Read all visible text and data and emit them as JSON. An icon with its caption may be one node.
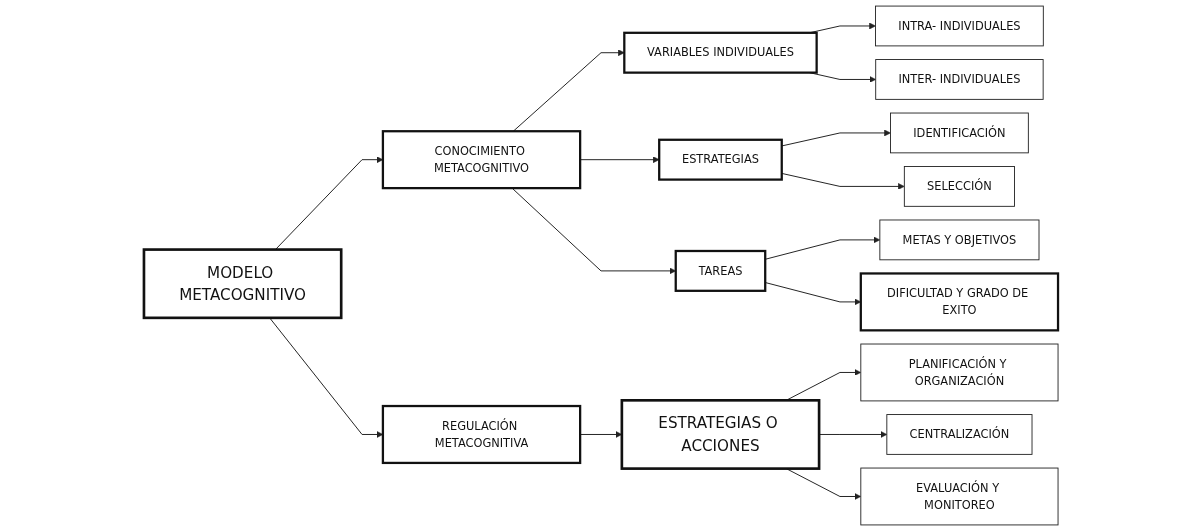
{
  "diagram": {
    "nodes": [
      {
        "text": [
          "MODELO METACOGNITIVO"
        ]
      },
      {
        "text": [
          "CONOCIMIENTO METACOGNITIVO"
        ]
      },
      {
        "text": [
          "VARIABLES INDIVIDUALES"
        ]
      },
      {
        "text": [
          "INTRA- INDIVIDUALES"
        ]
      },
      {
        "text": [
          "INTER- INDIVIDUALES"
        ]
      },
      {
        "text": [
          "ESTRATEGIAS"
        ]
      },
      {
        "text": [
          "IDENTIFICACIÓN"
        ]
      },
      {
        "text": [
          "SELECCIÓN"
        ]
      },
      {
        "text": [
          "TAREAS"
        ]
      },
      {
        "text": [
          "METAS Y OBJETIVOS"
        ]
      },
      {
        "text": [
          "DIFICULTAD Y GRADO DE EXITO"
        ]
      },
      {
        "text": [
          "REGULACIÓN METACOGNITIVA"
        ]
      },
      {
        "text": [
          "ESTRATEGIAS O ACCIONES"
        ]
      },
      {
        "text": [
          "PLANIFICACIÓN Y ORGANIZACIÓN"
        ]
      },
      {
        "text": [
          "CENTRALIZACIÓN"
        ]
      },
      {
        "text": [
          "EVALUACIÓN Y MONITOREO"
        ]
      }
    ],
    "edges": [
      {
        "from": 0,
        "to": 1,
        "arrow": "to"
      },
      {
        "from": 0,
        "to": 11,
        "arrow": "to"
      },
      {
        "from": 1,
        "to": 2,
        "arrow": "to"
      },
      {
        "from": 1,
        "to": 5,
        "arrow": "to"
      },
      {
        "from": 1,
        "to": 8,
        "arrow": "to"
      },
      {
        "from": 2,
        "to": 3,
        "arrow": "to"
      },
      {
        "from": 2,
        "to": 4,
        "arrow": "to"
      },
      {
        "from": 5,
        "to": 6,
        "arrow": "to"
      },
      {
        "from": 5,
        "to": 7,
        "arrow": "to"
      },
      {
        "from": 8,
        "to": 9,
        "arrow": "to"
      },
      {
        "from": 8,
        "to": 10,
        "arrow": "to"
      },
      {
        "from": 11,
        "to": 12,
        "arrow": "to"
      },
      {
        "from": 12,
        "to": 13,
        "arrow": "to"
      },
      {
        "from": 12,
        "to": 14,
        "arrow": "to"
      },
      {
        "from": 12,
        "to": 15,
        "arrow": "to"
      }
    ]
  }
}
